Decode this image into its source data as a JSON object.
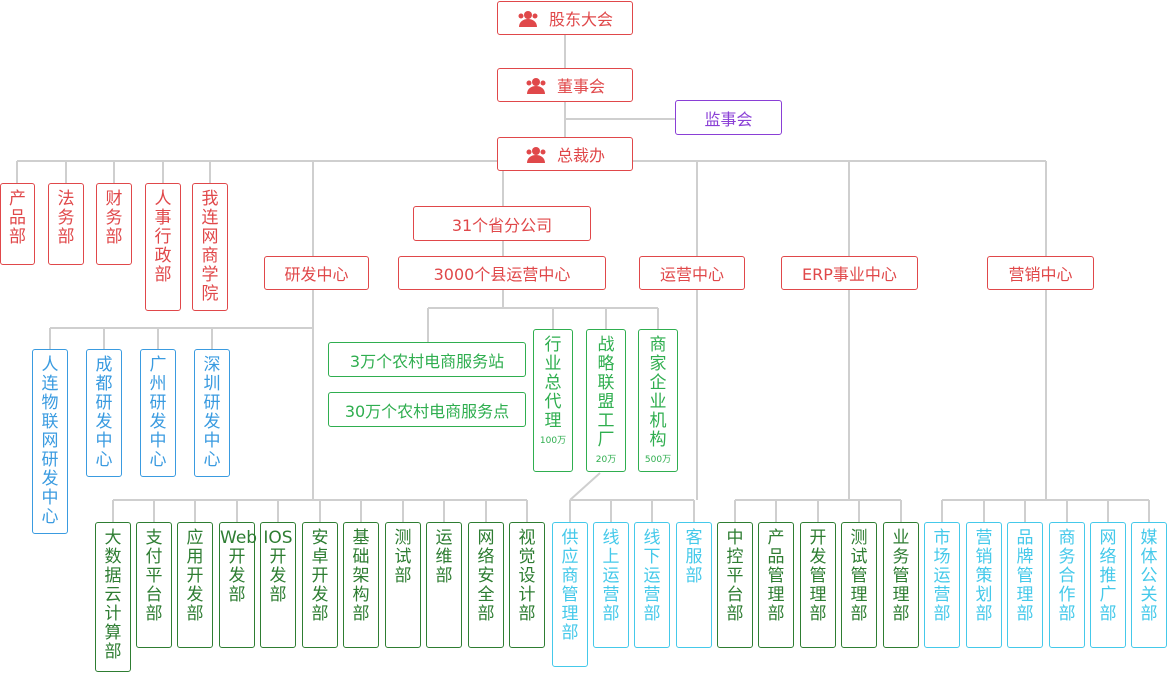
{
  "colors": {
    "red": "#e0484a",
    "purple": "#8a3fd6",
    "blue": "#3a9be0",
    "green": "#2fae4f",
    "dark_green": "#2e7d32",
    "cyan": "#45c9ea",
    "line": "#cfcfcf"
  },
  "nodes": {
    "shareholders": "股东大会",
    "board": "董事会",
    "supervisors": "监事会",
    "ceo_office": "总裁办",
    "dept_product": "产品部",
    "dept_legal": "法务部",
    "dept_finance": "财务部",
    "dept_hr_admin": "人事行政部",
    "dept_academy": "我连网商学院",
    "rd_center": "研发中心",
    "provincial": "31个省分公司",
    "county_ops": "3000个县运营中心",
    "ops_center": "运营中心",
    "erp_center": "ERP事业中心",
    "marketing_center": "营销中心",
    "rd_iot": "人连物联网研发中心",
    "rd_chengdu": "成都研发中心",
    "rd_guangzhou": "广州研发中心",
    "rd_shenzhen": "深圳研发中心",
    "rural_30k": "3万个农村电商服务站",
    "rural_300k": "30万个农村电商服务点",
    "industry_agent": "行业总代理",
    "industry_agent_count": "100万",
    "strategic_factory": "战略联盟工厂",
    "strategic_factory_count": "20万",
    "merchant_org": "商家企业机构",
    "merchant_org_count": "500万",
    "rd_bigdata": "大数据云计算部",
    "rd_payment": "支付平台部",
    "rd_app": "应用开发部",
    "rd_web": "Web开发部",
    "rd_ios": "IOS开发部",
    "rd_android": "安卓开发部",
    "rd_infra": "基础架构部",
    "rd_test": "测试部",
    "rd_devops": "运维部",
    "rd_security": "网络安全部",
    "rd_design": "视觉设计部",
    "ops_supplier": "供应商管理部",
    "ops_online": "线上运营部",
    "ops_offline": "线下运营部",
    "ops_service": "客服部",
    "erp_control": "中控平台部",
    "erp_product": "产品管理部",
    "erp_dev": "开发管理部",
    "erp_test": "测试管理部",
    "erp_business": "业务管理部",
    "mkt_market": "市场运营部",
    "mkt_planning": "营销策划部",
    "mkt_brand": "品牌管理部",
    "mkt_business": "商务合作部",
    "mkt_online": "网络推广部",
    "mkt_media": "媒体公关部"
  }
}
